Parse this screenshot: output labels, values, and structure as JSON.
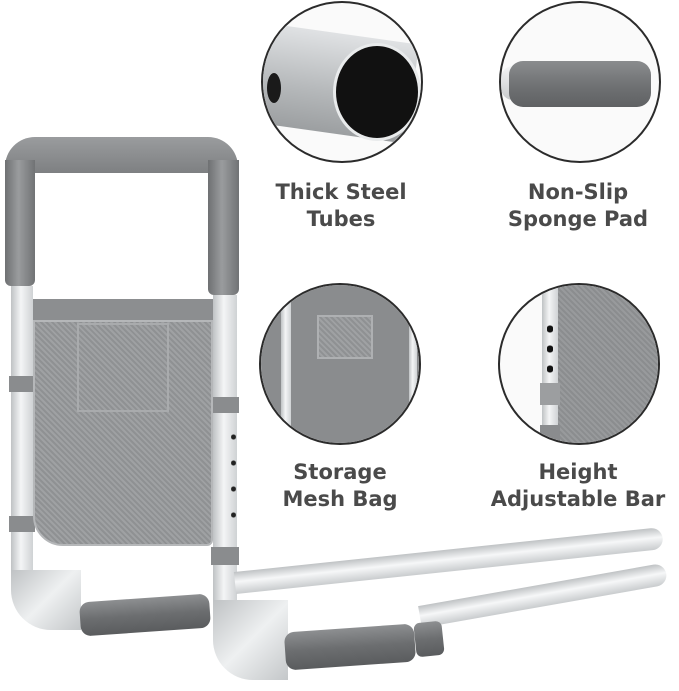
{
  "features": [
    {
      "id": "thick-steel-tubes",
      "line1": "Thick Steel",
      "line2": "Tubes"
    },
    {
      "id": "non-slip-sponge-pad",
      "line1": "Non-Slip",
      "line2": "Sponge Pad"
    },
    {
      "id": "storage-mesh-bag",
      "line1": "Storage",
      "line2": "Mesh Bag"
    },
    {
      "id": "height-adjustable-bar",
      "line1": "Height",
      "line2": "Adjustable Bar"
    }
  ],
  "colors": {
    "text": "#4a4a4a",
    "circle_border": "#2b2b2b",
    "foam_grey": "#7a7c7e",
    "steel": "#e6e8ea"
  }
}
